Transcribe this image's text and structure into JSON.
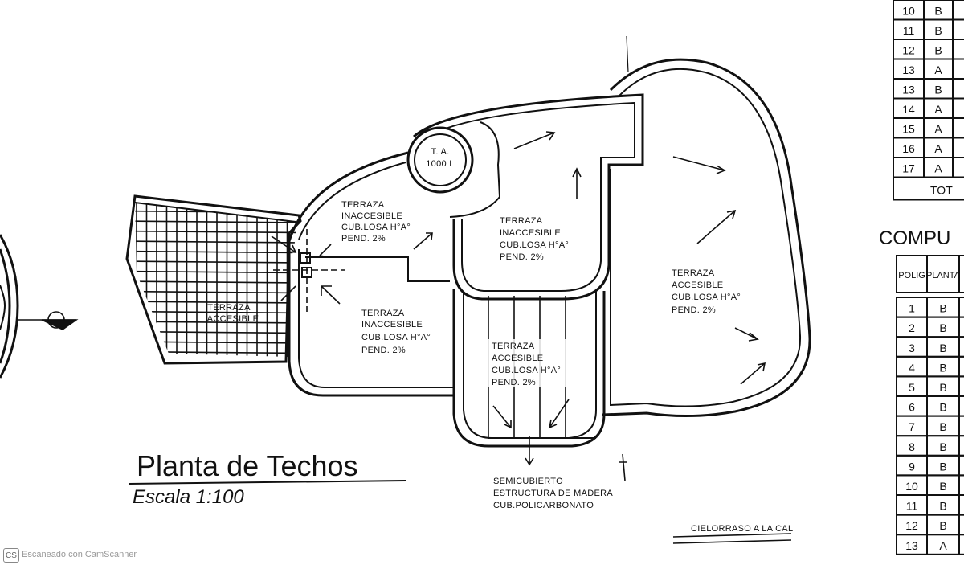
{
  "title": "Planta de Techos",
  "scale": "Escala 1:100",
  "tank": {
    "line1": "T. A.",
    "line2": "1000 L"
  },
  "zones": [
    {
      "id": "terraza-accesible-west",
      "lines": [
        "TERRAZA",
        "ACCESIBLE"
      ]
    },
    {
      "id": "terraza-inaccesible-north",
      "lines": [
        "TERRAZA",
        "INACCESIBLE",
        "CUB.LOSA H°A°",
        "PEND. 2%"
      ]
    },
    {
      "id": "terraza-inaccesible-south",
      "lines": [
        "TERRAZA",
        "INACCESIBLE",
        "CUB.LOSA H°A°",
        "PEND. 2%"
      ]
    },
    {
      "id": "terraza-inaccesible-center",
      "lines": [
        "TERRAZA",
        "INACCESIBLE",
        "CUB.LOSA H°A°",
        "PEND. 2%"
      ]
    },
    {
      "id": "terraza-accesible-center",
      "lines": [
        "TERRAZA",
        "ACCESIBLE",
        "CUB.LOSA H°A°",
        "PEND. 2%"
      ]
    },
    {
      "id": "terraza-accesible-east",
      "lines": [
        "TERRAZA",
        "ACCESIBLE",
        "CUB.LOSA H°A°",
        "PEND. 2%"
      ]
    }
  ],
  "semicubierto": [
    "SEMICUBIERTO",
    "ESTRUCTURA DE MADERA",
    "CUB.POLICARBONATO"
  ],
  "cielorraso": "CIELORRASO A LA CAL",
  "table_top": {
    "rows": [
      {
        "n": "10",
        "p": "B"
      },
      {
        "n": "11",
        "p": "B"
      },
      {
        "n": "12",
        "p": "B"
      },
      {
        "n": "13",
        "p": "A"
      },
      {
        "n": "13",
        "p": "B"
      },
      {
        "n": "14",
        "p": "A"
      },
      {
        "n": "15",
        "p": "A"
      },
      {
        "n": "16",
        "p": "A"
      },
      {
        "n": "17",
        "p": "A"
      }
    ],
    "total": "TOT"
  },
  "compu_heading": "COMPU",
  "table_bottom": {
    "headers": [
      "POLIG",
      "PLANTA"
    ],
    "rows": [
      {
        "n": "1",
        "p": "B"
      },
      {
        "n": "2",
        "p": "B"
      },
      {
        "n": "3",
        "p": "B"
      },
      {
        "n": "4",
        "p": "B"
      },
      {
        "n": "5",
        "p": "B"
      },
      {
        "n": "6",
        "p": "B"
      },
      {
        "n": "7",
        "p": "B"
      },
      {
        "n": "8",
        "p": "B"
      },
      {
        "n": "9",
        "p": "B"
      },
      {
        "n": "10",
        "p": "B"
      },
      {
        "n": "11",
        "p": "B"
      },
      {
        "n": "12",
        "p": "B"
      },
      {
        "n": "13",
        "p": "A"
      }
    ]
  },
  "watermark": {
    "badge": "CS",
    "text": "Escaneado con CamScanner"
  }
}
